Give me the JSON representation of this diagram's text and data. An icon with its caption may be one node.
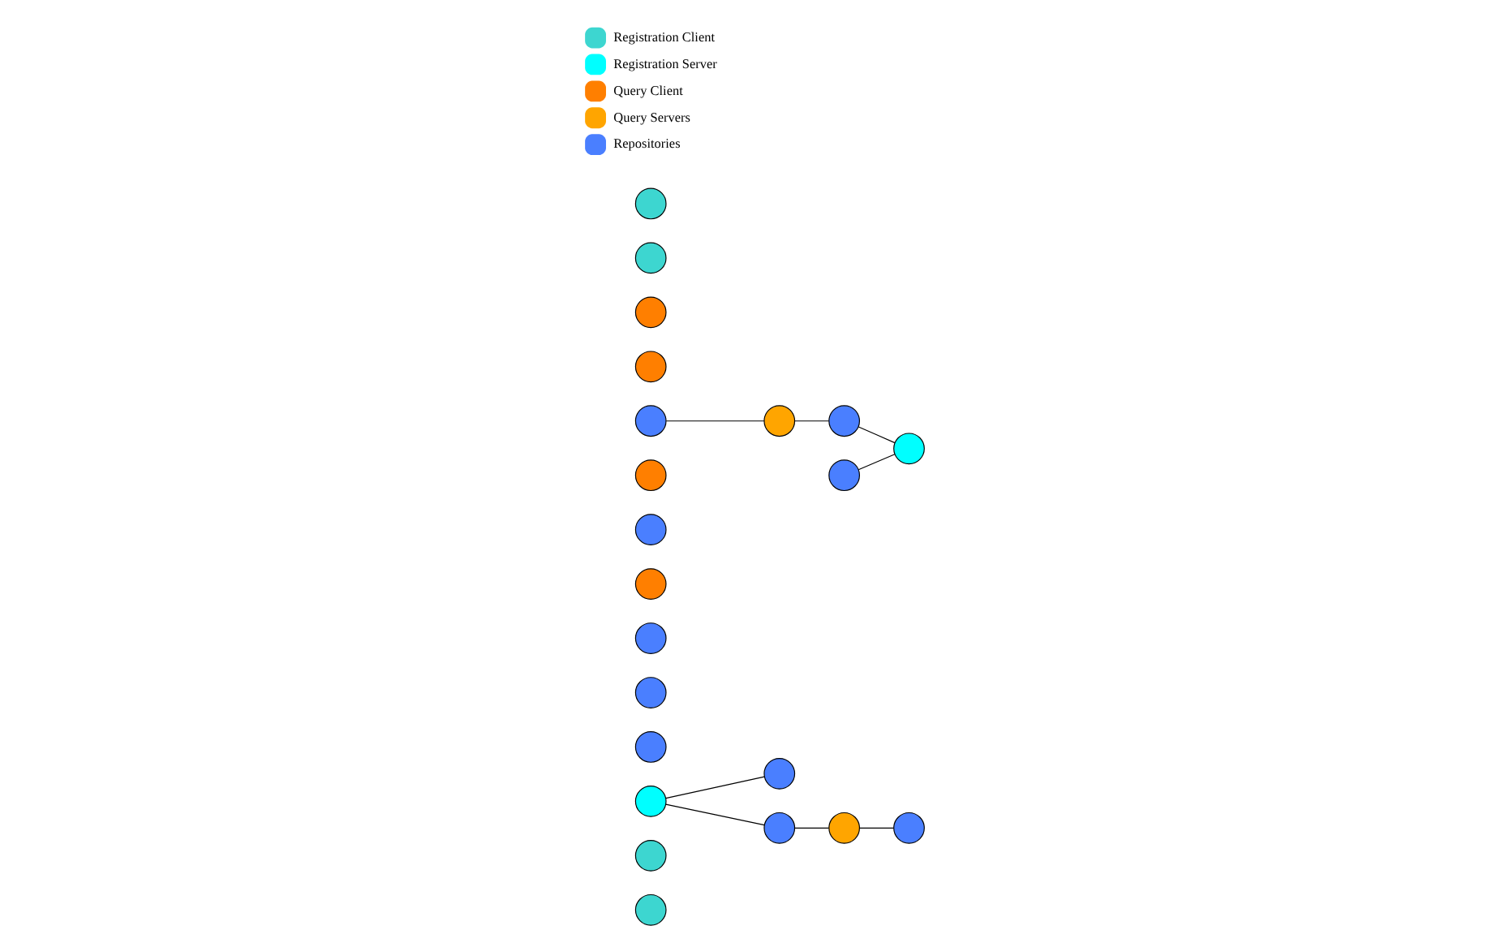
{
  "diagram": {
    "nodes": [
      {
        "text": [],
        "shape": "circle"
      },
      {
        "text": [],
        "shape": "circle"
      },
      {
        "text": [],
        "shape": "circle"
      },
      {
        "text": [],
        "shape": "circle"
      },
      {
        "text": [],
        "shape": "circle"
      },
      {
        "text": [],
        "shape": "circle"
      },
      {
        "text": [],
        "shape": "circle"
      },
      {
        "text": [],
        "shape": "circle"
      },
      {
        "text": [],
        "shape": "circle"
      },
      {
        "text": [],
        "shape": "circle"
      },
      {
        "text": [],
        "shape": "circle"
      },
      {
        "text": [],
        "shape": "circle"
      },
      {
        "text": [],
        "shape": "circle"
      },
      {
        "text": [],
        "shape": "circle"
      },
      {
        "text": [],
        "shape": "circle"
      },
      {
        "text": [],
        "shape": "circle"
      },
      {
        "text": [],
        "shape": "circle"
      },
      {
        "text": [],
        "shape": "circle"
      },
      {
        "text": [],
        "shape": "circle"
      },
      {
        "text": [],
        "shape": "circle"
      },
      {
        "text": [],
        "shape": "circle"
      },
      {
        "text": [],
        "shape": "circle"
      }
    ],
    "edges": [
      {
        "from": 2,
        "to": 5,
        "arrow": "none"
      },
      {
        "from": 2,
        "to": 4,
        "arrow": "none"
      },
      {
        "from": 5,
        "to": 9,
        "arrow": "none"
      },
      {
        "from": 9,
        "to": 11,
        "arrow": "none"
      },
      {
        "from": 13,
        "to": 17,
        "arrow": "none"
      },
      {
        "from": 17,
        "to": 15,
        "arrow": "none"
      },
      {
        "from": 15,
        "to": 18,
        "arrow": "none"
      },
      {
        "from": 14,
        "to": 18,
        "arrow": "none"
      }
    ],
    "legend": [
      {
        "text": "Registration Client",
        "color": "#3dd6d0"
      },
      {
        "text": "Registration Server",
        "color": "#00ffff"
      },
      {
        "text": "Query Client",
        "color": "#ff7f00"
      },
      {
        "text": "Query Servers",
        "color": "#ffa500"
      },
      {
        "text": "Repositories",
        "color": "#4a7fff"
      }
    ]
  }
}
